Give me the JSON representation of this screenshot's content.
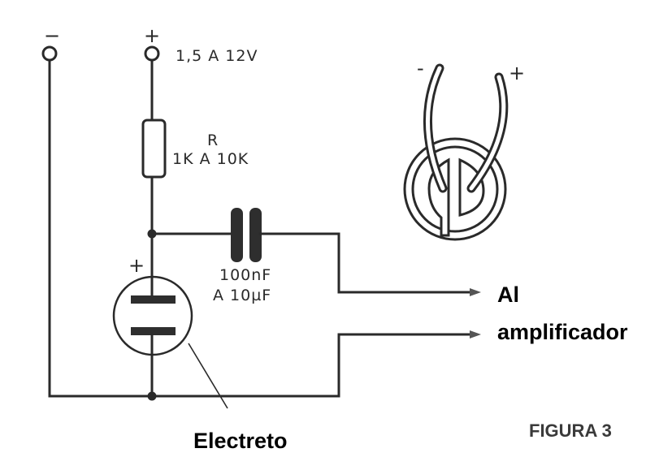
{
  "diagram": {
    "type": "electret microphone bias circuit",
    "terminals": {
      "negative": {
        "sign": "−"
      },
      "positive": {
        "sign": "+",
        "rating": "1,5  A  12V"
      }
    },
    "resistor": {
      "name": "R",
      "range": "1K  A  10K",
      "range_from": "1K",
      "range_to": "10K"
    },
    "capacitor": {
      "range_line1": "100nF",
      "range_line2": "A  10µF"
    },
    "electret": {
      "polarity": "+",
      "label": "Electreto"
    },
    "output": {
      "label_line1": "Al",
      "label_line2": "amplificador"
    },
    "capsule_drawing": {
      "neg_lead": "-",
      "pos_lead": "+"
    },
    "figure_caption": "FIGURA 3",
    "colors": {
      "ink": "#2a2a2a",
      "background": "#ffffff",
      "label": "#000000"
    }
  }
}
